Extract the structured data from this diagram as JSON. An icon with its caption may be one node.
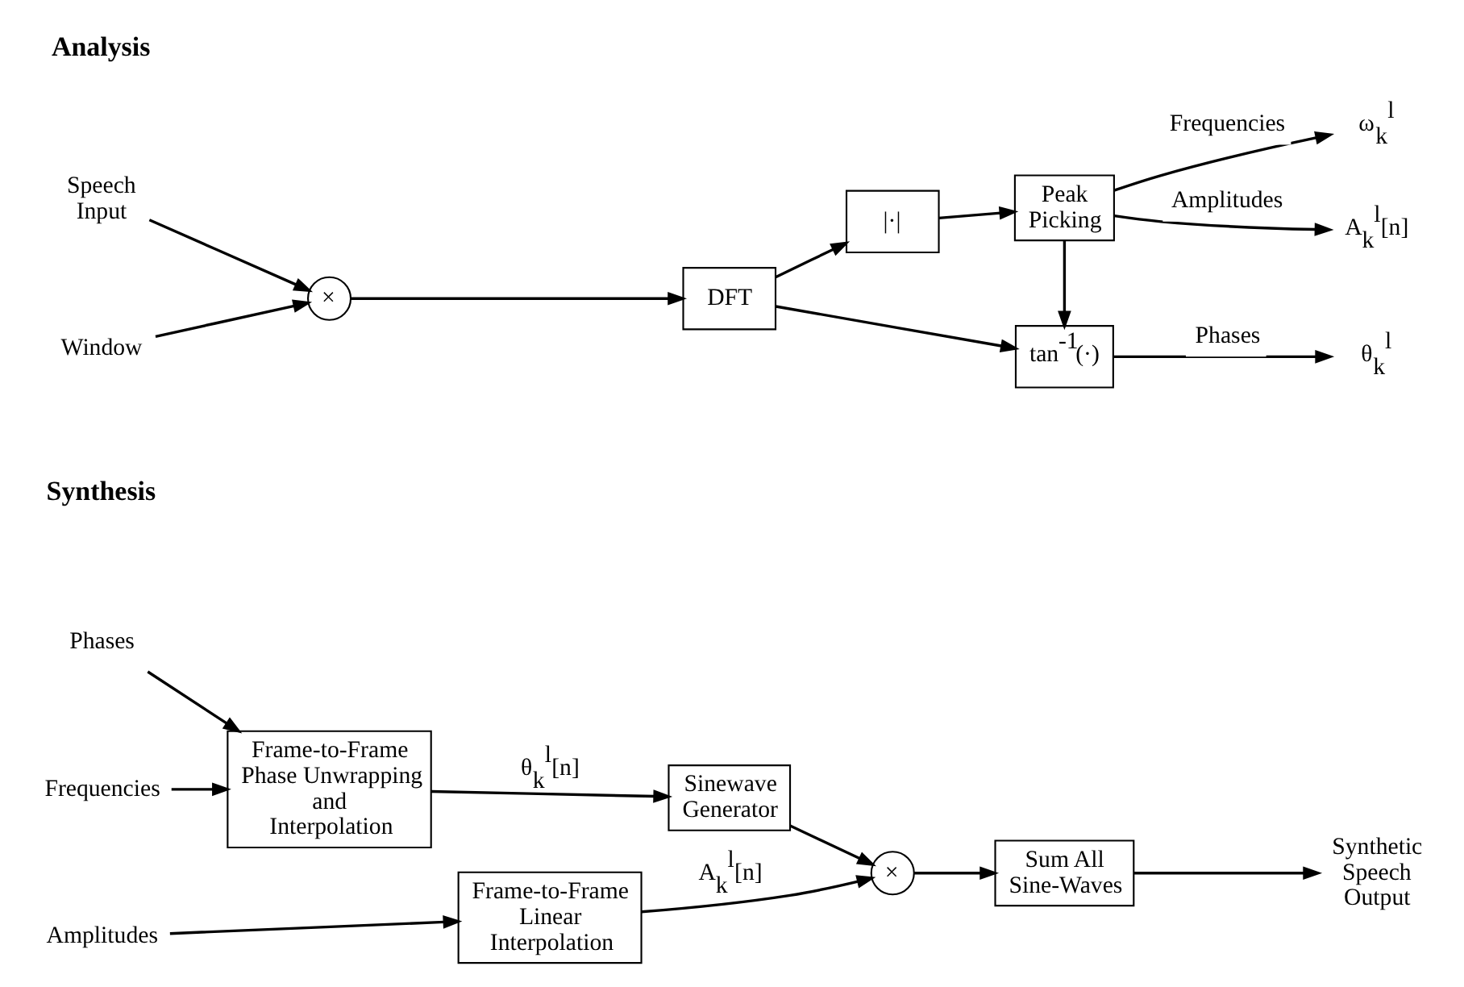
{
  "diagram": {
    "nodes": [
      {
        "text": [
          "Speech Input"
        ]
      },
      {
        "text": [
          "×"
        ]
      },
      {
        "text": [
          "Window"
        ]
      },
      {
        "text": [
          "DFT"
        ]
      },
      {
        "text": [
          "tan$^{-1}$(·)"
        ]
      },
      {
        "text": [
          "|·|"
        ]
      },
      {
        "text": [
          "Peak Picking"
        ]
      },
      {
        "text": [
          "θ$_{k}$$^{l}$"
        ]
      },
      {
        "text": [
          "ω$_{k}$$^{l}$"
        ]
      },
      {
        "text": [
          "A$_{k}$$^{l}$[n]"
        ]
      },
      {
        "text": [
          "Phases"
        ]
      },
      {
        "text": [
          "Frequencies"
        ]
      },
      {
        "text": [
          "Amplitudes"
        ]
      },
      {
        "text": [
          "Frame-to-Frame Phase Unwrapping and Interpolation"
        ]
      },
      {
        "text": [
          "Frame-to-Frame Linear Interpolation"
        ]
      },
      {
        "text": [
          "Sinewave Generator"
        ]
      },
      {
        "text": [
          "×"
        ]
      },
      {
        "text": [
          "Sum All Sine-Waves"
        ]
      },
      {
        "text": [
          "Synthetic Speech Output"
        ]
      }
    ],
    "edges": [
      {
        "from": 0,
        "to": 1,
        "arrow": "to"
      },
      {
        "from": 2,
        "to": 1,
        "arrow": "to"
      },
      {
        "from": 1,
        "to": 3,
        "arrow": "to"
      },
      {
        "from": 3,
        "to": 4,
        "arrow": "to"
      },
      {
        "from": 3,
        "to": 5,
        "arrow": "to"
      },
      {
        "from": 5,
        "to": 6,
        "arrow": "to"
      },
      {
        "from": 6,
        "to": 4,
        "arrow": "to"
      },
      {
        "from": 4,
        "to": 7,
        "arrow": "to",
        "label": "Phases"
      },
      {
        "from": 6,
        "to": 8,
        "arrow": "to",
        "label": "Frequencies"
      },
      {
        "from": 6,
        "to": 9,
        "arrow": "to",
        "label": "Amplitudes"
      },
      {
        "from": 10,
        "to": 13,
        "arrow": "to"
      },
      {
        "from": 11,
        "to": 13,
        "arrow": "to"
      },
      {
        "from": 12,
        "to": 14,
        "arrow": "to"
      },
      {
        "from": 13,
        "to": 15,
        "arrow": "to",
        "label": "θ$_{k}$$^{l}$[n]"
      },
      {
        "from": 15,
        "to": 16,
        "arrow": "to"
      },
      {
        "from": 14,
        "to": 16,
        "arrow": "to",
        "label": "A$_{k}$$^{l}$[n]"
      },
      {
        "from": 16,
        "to": 17,
        "arrow": "to"
      },
      {
        "from": 17,
        "to": 18,
        "arrow": "to"
      }
    ],
    "labels": [
      "Analysis",
      "Synthesis"
    ]
  }
}
